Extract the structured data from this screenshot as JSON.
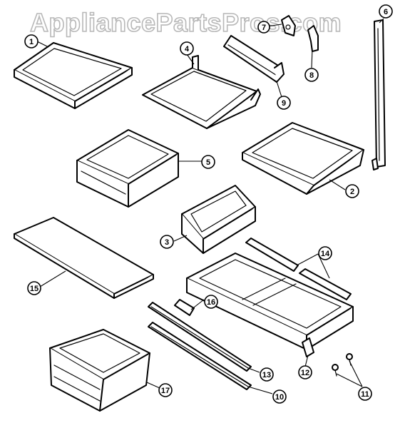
{
  "watermark": "AppliancePartsPros.com",
  "callouts": [
    {
      "id": "1",
      "label": "1"
    },
    {
      "id": "2",
      "label": "2"
    },
    {
      "id": "3",
      "label": "3"
    },
    {
      "id": "4",
      "label": "4"
    },
    {
      "id": "5",
      "label": "5"
    },
    {
      "id": "6",
      "label": "6"
    },
    {
      "id": "7",
      "label": "7"
    },
    {
      "id": "8",
      "label": "8"
    },
    {
      "id": "9",
      "label": "9"
    },
    {
      "id": "10",
      "label": "10"
    },
    {
      "id": "11",
      "label": "11"
    },
    {
      "id": "12",
      "label": "12"
    },
    {
      "id": "13",
      "label": "13"
    },
    {
      "id": "14",
      "label": "14"
    },
    {
      "id": "15",
      "label": "15"
    },
    {
      "id": "16",
      "label": "16"
    },
    {
      "id": "17",
      "label": "17"
    }
  ],
  "colors": {
    "line": "#000000",
    "background": "#ffffff",
    "watermark_outline": "#b8b8b8"
  }
}
